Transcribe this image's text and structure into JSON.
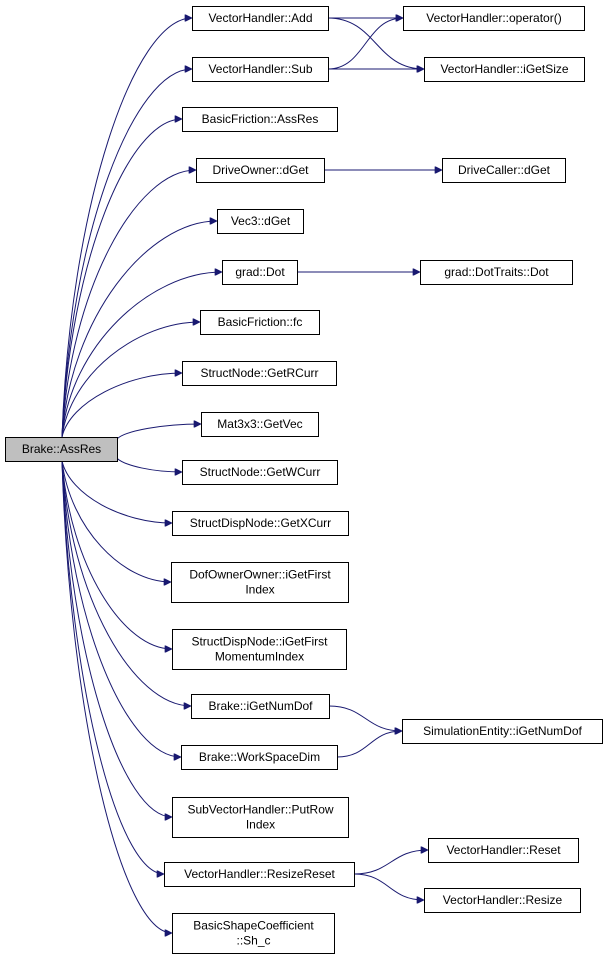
{
  "graph": {
    "nodes": [
      {
        "id": "brake_assres",
        "label": [
          "Brake::AssRes"
        ],
        "root": true
      },
      {
        "id": "vh_add",
        "label": [
          "VectorHandler::Add"
        ]
      },
      {
        "id": "vh_sub",
        "label": [
          "VectorHandler::Sub"
        ]
      },
      {
        "id": "vh_operator",
        "label": [
          "VectorHandler::operator()"
        ]
      },
      {
        "id": "vh_igetsize",
        "label": [
          "VectorHandler::iGetSize"
        ]
      },
      {
        "id": "bf_assres",
        "label": [
          "BasicFriction::AssRes"
        ]
      },
      {
        "id": "do_dget",
        "label": [
          "DriveOwner::dGet"
        ]
      },
      {
        "id": "dc_dget",
        "label": [
          "DriveCaller::dGet"
        ]
      },
      {
        "id": "vec3_dget",
        "label": [
          "Vec3::dGet"
        ]
      },
      {
        "id": "grad_dot",
        "label": [
          "grad::Dot"
        ]
      },
      {
        "id": "grad_dottraits",
        "label": [
          "grad::DotTraits::Dot"
        ]
      },
      {
        "id": "bf_fc",
        "label": [
          "BasicFriction::fc"
        ]
      },
      {
        "id": "sn_getrcurr",
        "label": [
          "StructNode::GetRCurr"
        ]
      },
      {
        "id": "mat3x3_getvec",
        "label": [
          "Mat3x3::GetVec"
        ]
      },
      {
        "id": "sn_getwcurr",
        "label": [
          "StructNode::GetWCurr"
        ]
      },
      {
        "id": "sdn_getxcurr",
        "label": [
          "StructDispNode::GetXCurr"
        ]
      },
      {
        "id": "doo_igetfirstindex",
        "label": [
          "DofOwnerOwner::iGetFirst",
          "Index"
        ]
      },
      {
        "id": "sdn_igetfirstmomentum",
        "label": [
          "StructDispNode::iGetFirst",
          "MomentumIndex"
        ]
      },
      {
        "id": "brake_igetnumdof",
        "label": [
          "Brake::iGetNumDof"
        ]
      },
      {
        "id": "brake_workspacedim",
        "label": [
          "Brake::WorkSpaceDim"
        ]
      },
      {
        "id": "se_igetnumdof",
        "label": [
          "SimulationEntity::iGetNumDof"
        ]
      },
      {
        "id": "svh_putrowindex",
        "label": [
          "SubVectorHandler::PutRow",
          "Index"
        ]
      },
      {
        "id": "vh_resizereset",
        "label": [
          "VectorHandler::ResizeReset"
        ]
      },
      {
        "id": "vh_reset",
        "label": [
          "VectorHandler::Reset"
        ]
      },
      {
        "id": "vh_resize",
        "label": [
          "VectorHandler::Resize"
        ]
      },
      {
        "id": "bsc_sh_c",
        "label": [
          "BasicShapeCoefficient",
          "::Sh_c"
        ]
      }
    ],
    "edges": [
      {
        "from": "brake_assres",
        "to": "vh_add"
      },
      {
        "from": "brake_assres",
        "to": "vh_sub"
      },
      {
        "from": "brake_assres",
        "to": "bf_assres"
      },
      {
        "from": "brake_assres",
        "to": "do_dget"
      },
      {
        "from": "brake_assres",
        "to": "vec3_dget"
      },
      {
        "from": "brake_assres",
        "to": "grad_dot"
      },
      {
        "from": "brake_assres",
        "to": "bf_fc"
      },
      {
        "from": "brake_assres",
        "to": "sn_getrcurr"
      },
      {
        "from": "brake_assres",
        "to": "mat3x3_getvec"
      },
      {
        "from": "brake_assres",
        "to": "sn_getwcurr"
      },
      {
        "from": "brake_assres",
        "to": "sdn_getxcurr"
      },
      {
        "from": "brake_assres",
        "to": "doo_igetfirstindex"
      },
      {
        "from": "brake_assres",
        "to": "sdn_igetfirstmomentum"
      },
      {
        "from": "brake_assres",
        "to": "brake_igetnumdof"
      },
      {
        "from": "brake_assres",
        "to": "brake_workspacedim"
      },
      {
        "from": "brake_assres",
        "to": "svh_putrowindex"
      },
      {
        "from": "brake_assres",
        "to": "vh_resizereset"
      },
      {
        "from": "brake_assres",
        "to": "bsc_sh_c"
      },
      {
        "from": "vh_add",
        "to": "vh_operator"
      },
      {
        "from": "vh_add",
        "to": "vh_igetsize"
      },
      {
        "from": "vh_sub",
        "to": "vh_operator"
      },
      {
        "from": "vh_sub",
        "to": "vh_igetsize"
      },
      {
        "from": "do_dget",
        "to": "dc_dget"
      },
      {
        "from": "grad_dot",
        "to": "grad_dottraits"
      },
      {
        "from": "brake_igetnumdof",
        "to": "se_igetnumdof"
      },
      {
        "from": "brake_workspacedim",
        "to": "se_igetnumdof"
      },
      {
        "from": "vh_resizereset",
        "to": "vh_reset"
      },
      {
        "from": "vh_resizereset",
        "to": "vh_resize"
      }
    ]
  }
}
